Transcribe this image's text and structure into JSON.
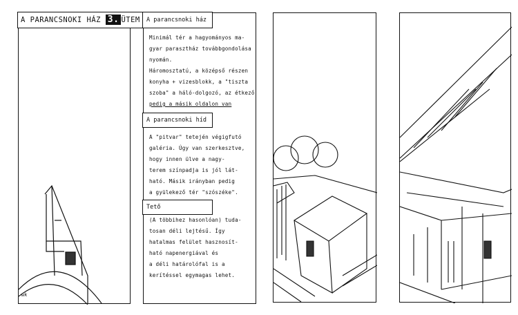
{
  "panel1": {
    "title_prefix": "A parancsnoki ház",
    "title_number": "3.",
    "title_suffix": "ütem",
    "signature": "wk"
  },
  "panel2": {
    "section1_title": "A parancsnoki ház",
    "section1_lines": [
      "Minimál tér a hagyományos ma-",
      "gyar parasztház továbbgondolása",
      "nyomán.",
      "Háromosztatú, a középső részen",
      "konyha + vizesblokk, a \"tiszta",
      "szoba\" a háló-dolgozó, az étkező",
      "pedig a másik oldalon van"
    ],
    "section2_title": "A parancsnoki híd",
    "section2_lines": [
      "A \"pitvar\" tetején végigfutó",
      "galéria. Úgy van szerkesztve,",
      "hogy innen ülve a nagy-",
      "terem színpadja is jól lát-",
      "ható. Másik irányban pedig",
      "a gyülekező tér \"szószéke\"."
    ],
    "section3_title": "Tető",
    "section3_lines": [
      "(A többihez hasonlóan) tuda-",
      "tosan déli lejtésű. Így",
      "hatalmas felület hasznosít-",
      "ható napenergiával és",
      "a déli határolófal is a",
      "kerítéssel egymagas lehet."
    ]
  }
}
